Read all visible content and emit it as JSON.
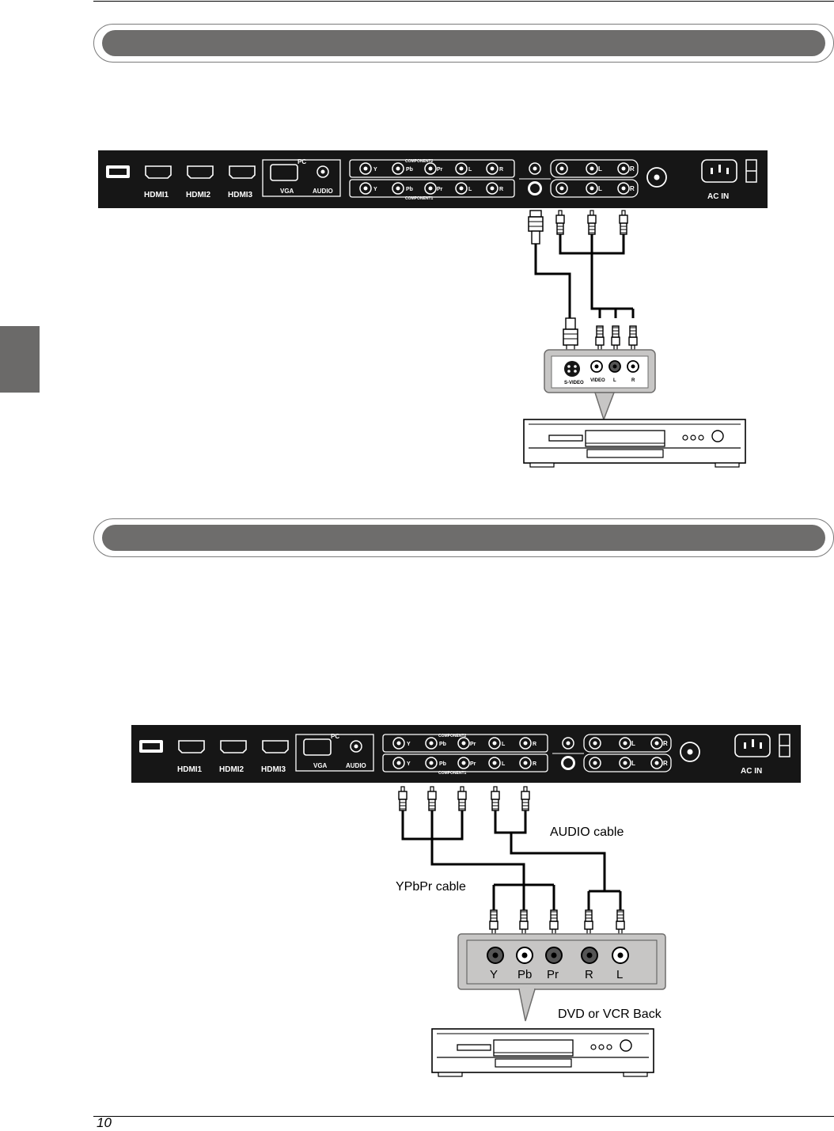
{
  "page": {
    "number": "10"
  },
  "panel": {
    "pc_label": "PC",
    "hdmi_labels": [
      "HDMI1",
      "HDMI2",
      "HDMI3"
    ],
    "vga_label": "VGA",
    "audio_label": "AUDIO",
    "component2_label": "COMPONENT2",
    "component1_label": "COMPONENT1",
    "comp_port_labels": [
      "Y",
      "Pb",
      "Pr",
      "L",
      "R"
    ],
    "av_labels": [
      "L",
      "R"
    ],
    "ac_label": "AC IN"
  },
  "svideo_device": {
    "labels": [
      "S-VIDEO",
      "VIDEO",
      "L",
      "R"
    ]
  },
  "component_device": {
    "labels": [
      "Y",
      "Pb",
      "Pr",
      "R",
      "L"
    ]
  },
  "captions": {
    "audio_cable": "AUDIO cable",
    "ypbpr_cable": "YPbPr cable",
    "dvd_back": "DVD or VCR Back"
  }
}
